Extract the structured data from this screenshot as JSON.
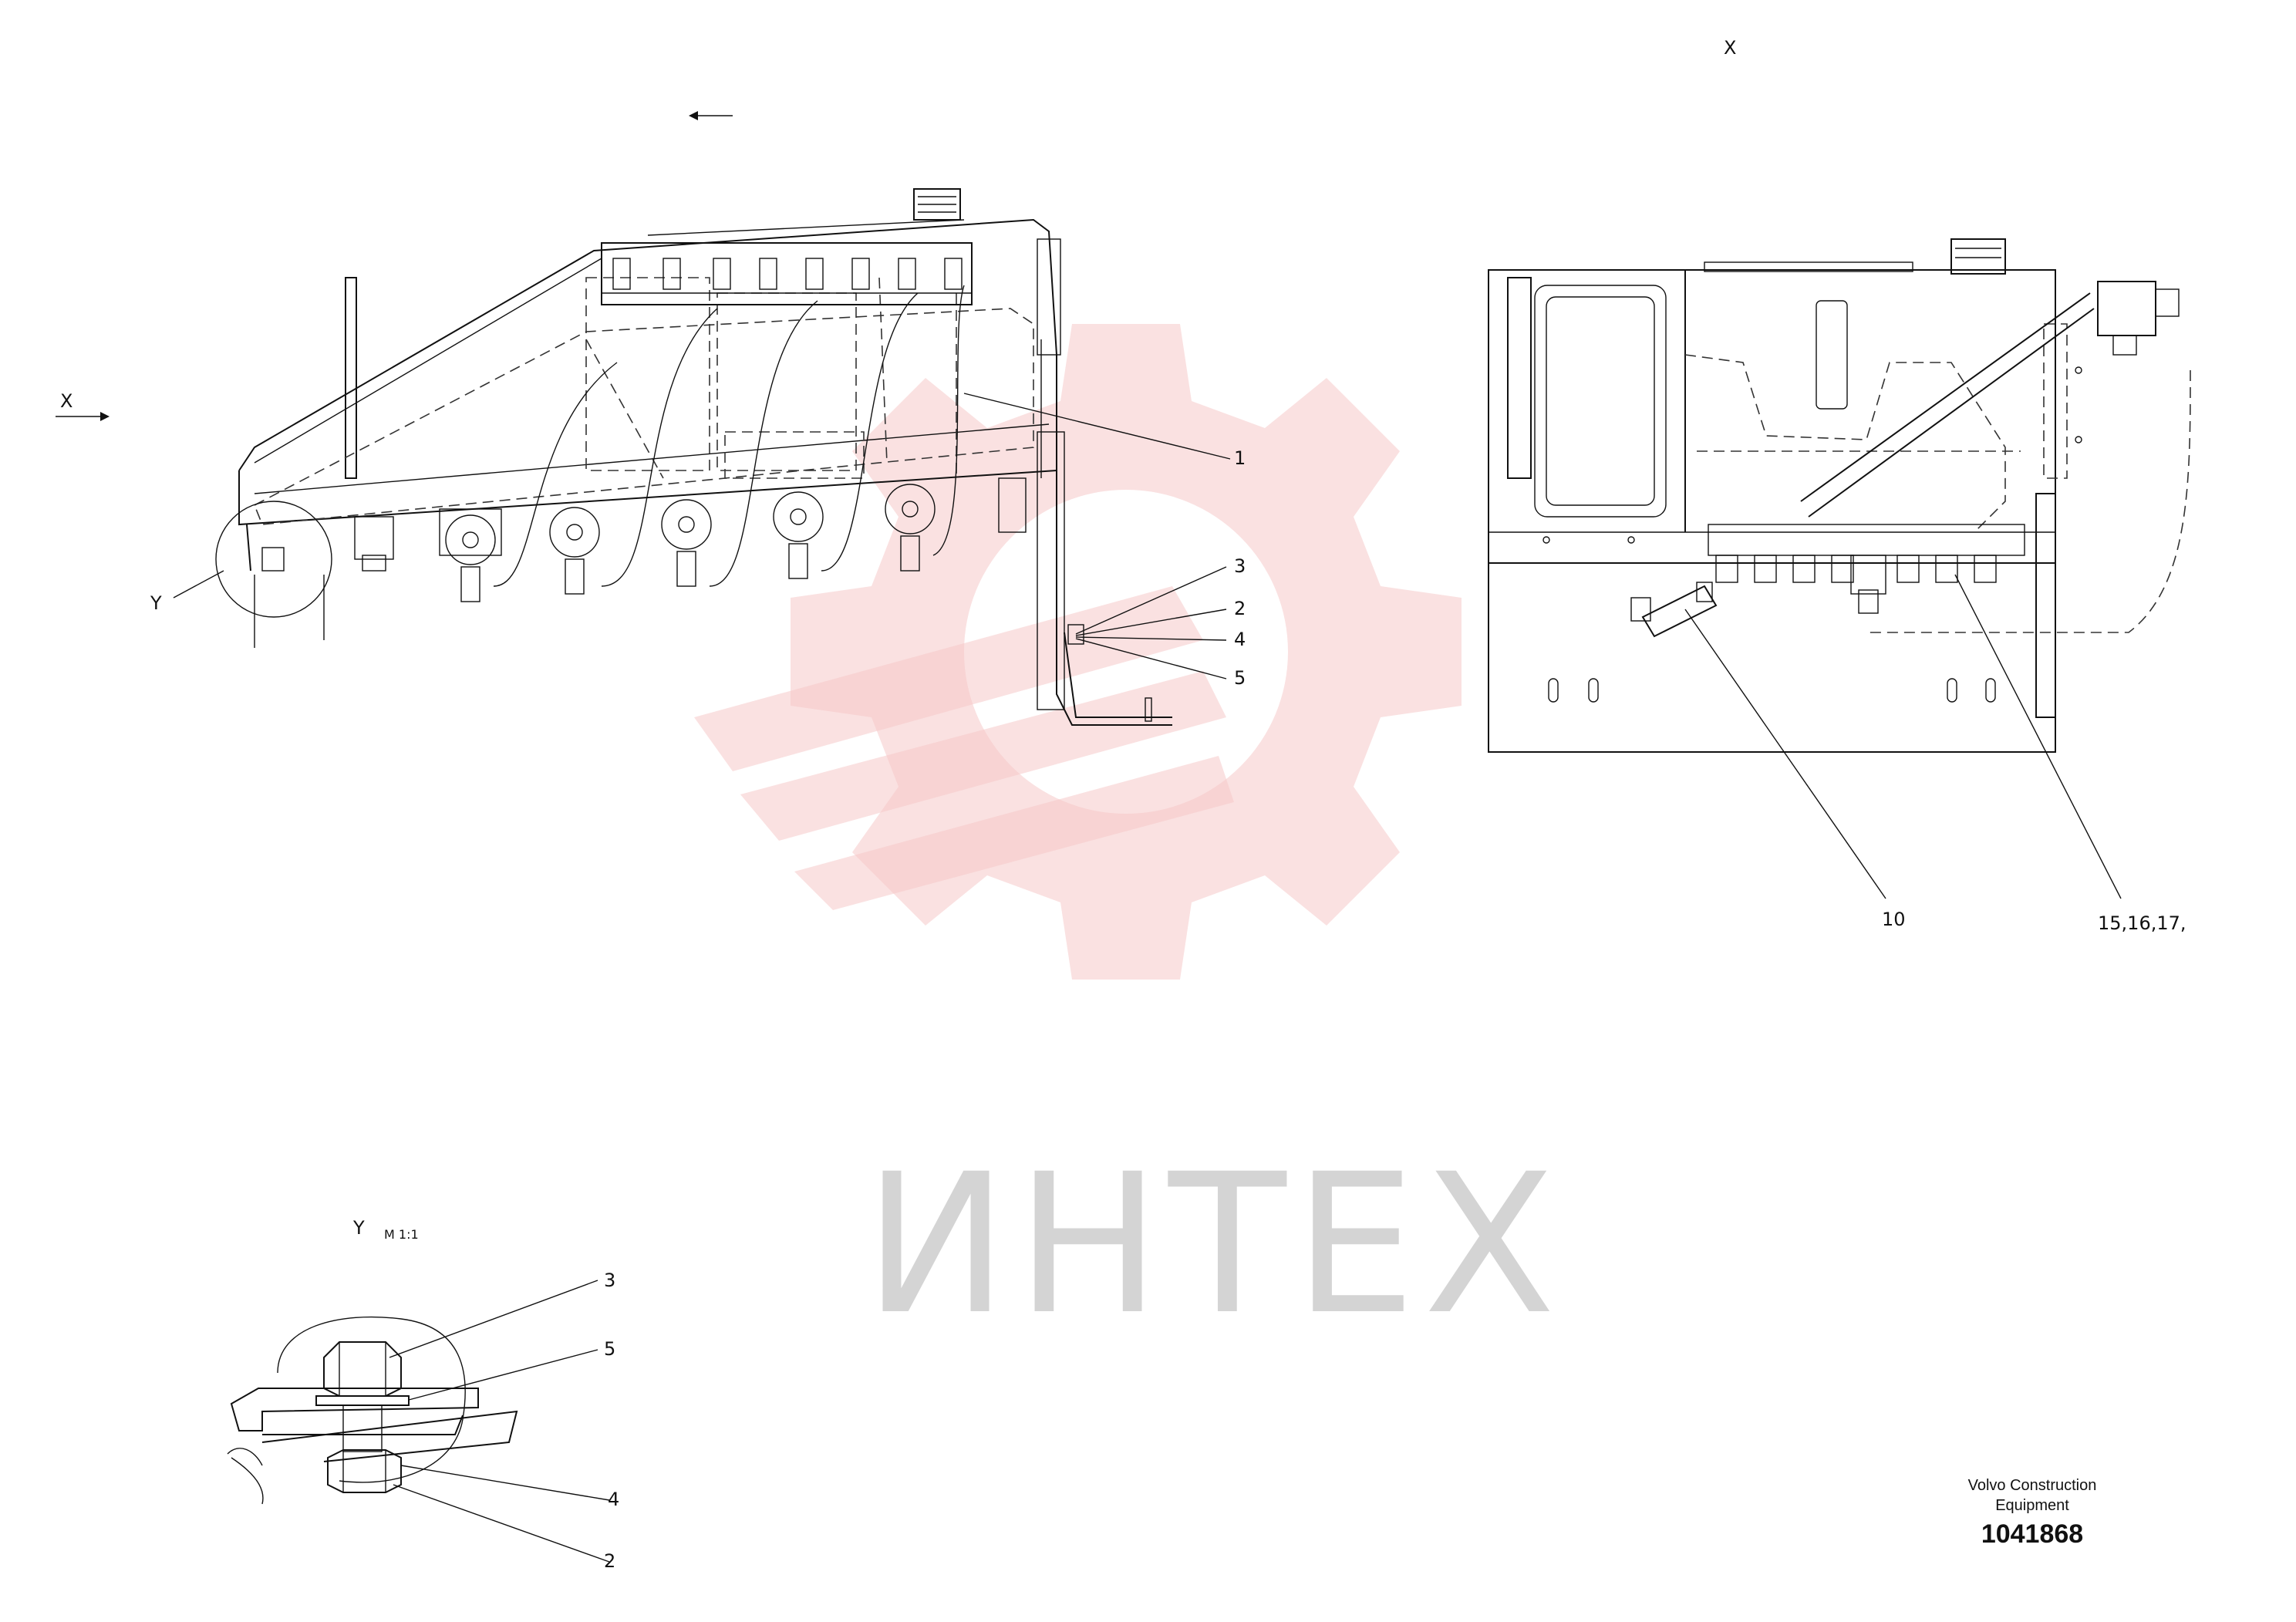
{
  "views": {
    "left_view_marker": "X",
    "right_view_title": "X",
    "detail_marker": "Y",
    "detail_title": "Y",
    "detail_scale": "M 1:1"
  },
  "callouts_main": {
    "c1": "1",
    "c3": "3",
    "c2": "2",
    "c4": "4",
    "c5": "5"
  },
  "callouts_right": {
    "c10": "10",
    "c15": "15,16,17,"
  },
  "callouts_detail": {
    "c3": "3",
    "c5": "5",
    "c4": "4",
    "c2": "2"
  },
  "watermark": {
    "text": "ИНТЕХ",
    "color": "#f6c9c9"
  },
  "title_block": {
    "company_line1": "Volvo Construction",
    "company_line2": "Equipment",
    "drawing_number": "1041868"
  }
}
